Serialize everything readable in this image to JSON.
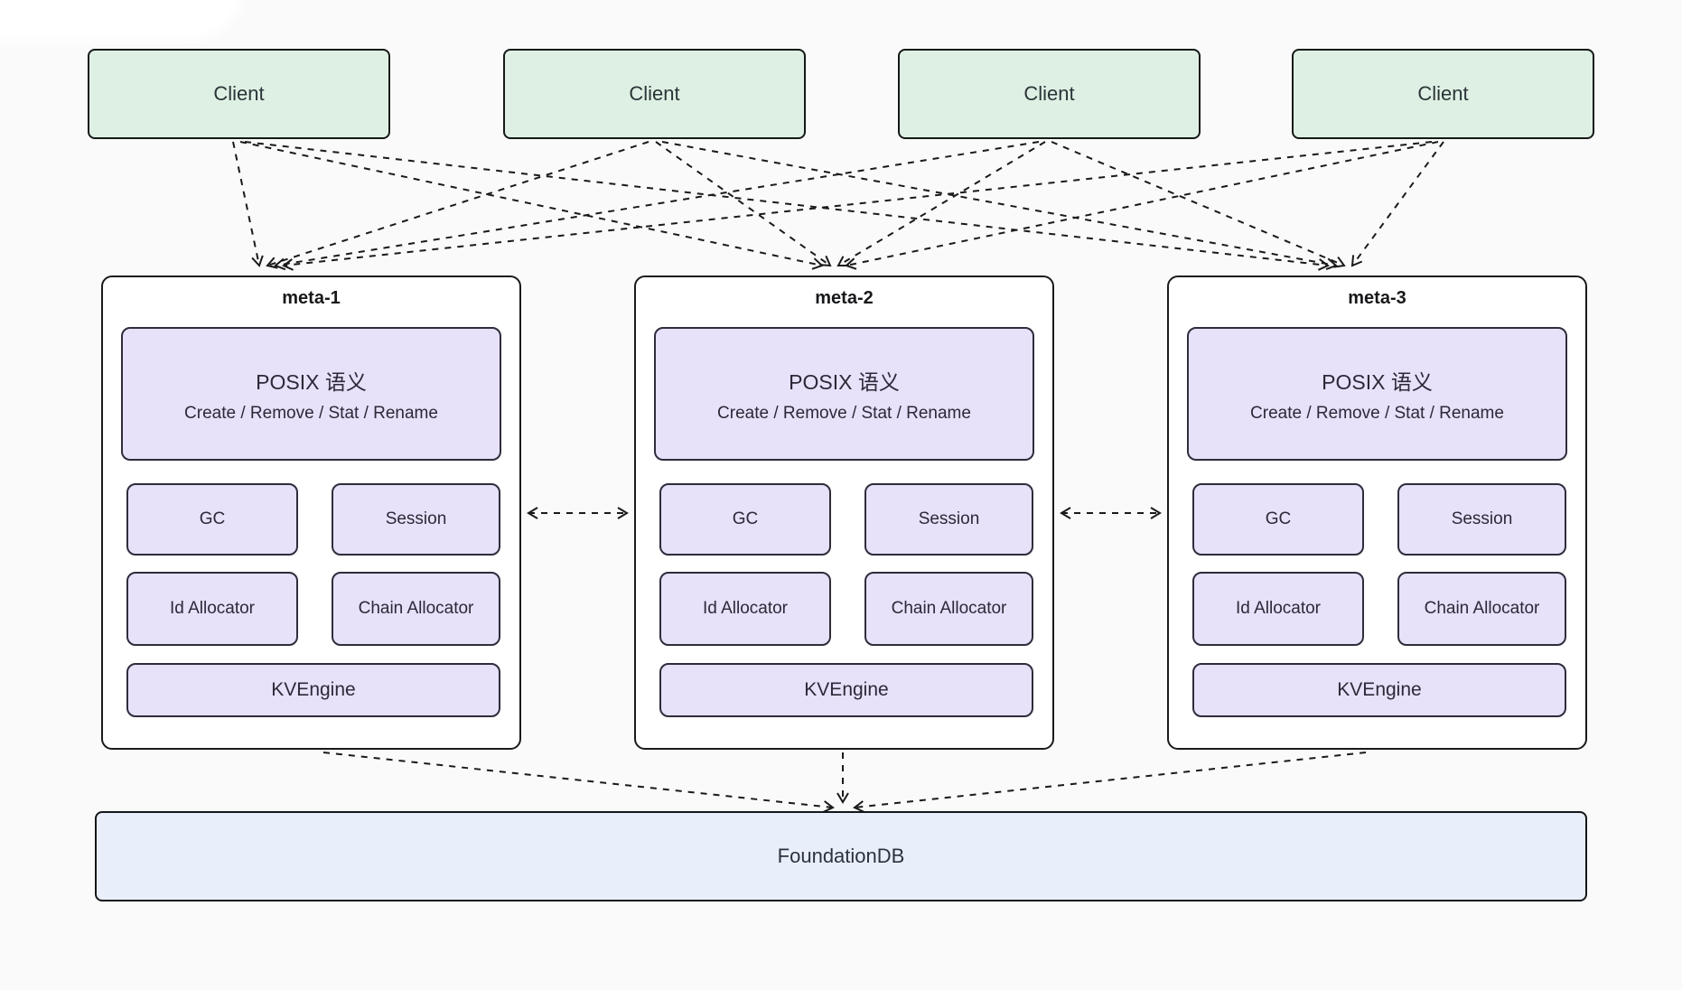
{
  "clients": [
    {
      "label": "Client"
    },
    {
      "label": "Client"
    },
    {
      "label": "Client"
    },
    {
      "label": "Client"
    }
  ],
  "meta_nodes": [
    {
      "title": "meta-1",
      "posix_title": "POSIX 语义",
      "posix_subtitle": "Create / Remove / Stat / Rename",
      "modules": [
        "GC",
        "Session",
        "Id Allocator",
        "Chain Allocator"
      ],
      "engine": "KVEngine"
    },
    {
      "title": "meta-2",
      "posix_title": "POSIX 语义",
      "posix_subtitle": "Create / Remove / Stat / Rename",
      "modules": [
        "GC",
        "Session",
        "Id Allocator",
        "Chain Allocator"
      ],
      "engine": "KVEngine"
    },
    {
      "title": "meta-3",
      "posix_title": "POSIX 语义",
      "posix_subtitle": "Create / Remove / Stat / Rename",
      "modules": [
        "GC",
        "Session",
        "Id Allocator",
        "Chain Allocator"
      ],
      "engine": "KVEngine"
    }
  ],
  "database": {
    "label": "FoundationDB"
  },
  "colors": {
    "background": "#fafafa",
    "client_fill": "#def0e3",
    "meta_fill": "#ffffff",
    "module_fill": "#e7e1f9",
    "database_fill": "#e9effa",
    "node_border": "#1a1a1d",
    "module_border": "#2f2c3c",
    "edge": "#1a1a1a",
    "text": "#2c2938"
  }
}
